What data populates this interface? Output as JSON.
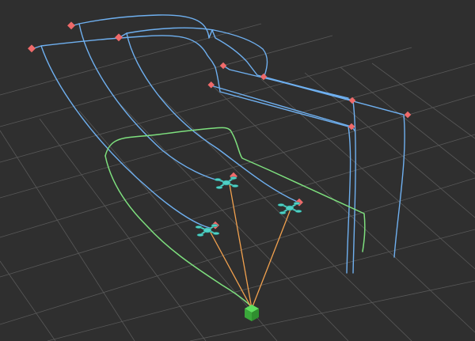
{
  "viewport": {
    "background": "#2f2f2f",
    "grid_color": "#6a6a6a"
  },
  "colors": {
    "leader_path": "#6fb0f0",
    "payload_path": "#7ee07e",
    "tether": "#f2a14e",
    "waypoint": "#ef6a6a",
    "drone": "#4fd1c5",
    "ground_station": "#3fbf3f"
  },
  "scene": {
    "drones": [
      {
        "id": "drone-1",
        "icon": "quadrotor-icon"
      },
      {
        "id": "drone-2",
        "icon": "quadrotor-icon"
      },
      {
        "id": "drone-3",
        "icon": "quadrotor-icon"
      }
    ],
    "ground_station": {
      "icon": "cube-icon"
    }
  }
}
